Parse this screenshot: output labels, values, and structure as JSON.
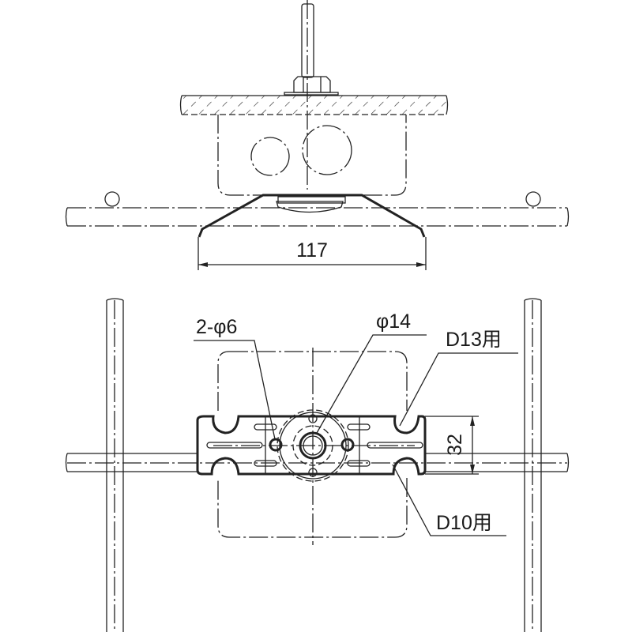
{
  "title": "Ceiling insert bracket installation drawing",
  "dimensions": {
    "width": "117",
    "height": "32"
  },
  "callouts": {
    "holes": "2-φ6",
    "center_hole": "φ14",
    "d13": "D13用",
    "d10": "D10用"
  }
}
